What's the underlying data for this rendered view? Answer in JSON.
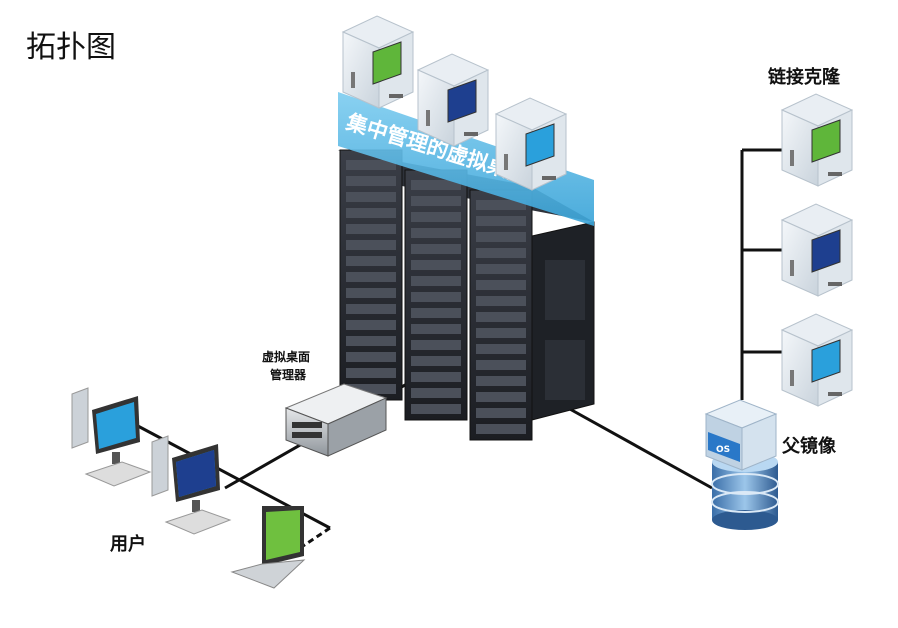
{
  "title": "拓扑图",
  "banner_text": "集中管理的虚拟桌面",
  "labels": {
    "linked_clones": "链接克隆",
    "parent_image": "父镜像",
    "users": "用户",
    "vdm_line1": "虚拟桌面",
    "vdm_line2": "管理器",
    "os_badge": "OS"
  },
  "colors": {
    "banner": "#5ab8e4",
    "rack": "#2a2d34",
    "green_screen": "#5fb63a",
    "navy_screen": "#1e3f8f",
    "sky_screen": "#2aa0dc",
    "link": "#111111"
  },
  "icons": {
    "top_vm_cubes": [
      "vm-cube-green-icon",
      "vm-cube-navy-icon",
      "vm-cube-sky-icon"
    ],
    "clone_vm_cubes": [
      "vm-cube-green-icon",
      "vm-cube-navy-icon",
      "vm-cube-sky-icon"
    ],
    "server_racks": [
      "server-rack-icon",
      "server-rack-icon",
      "server-rack-icon"
    ],
    "manager": "server-appliance-icon",
    "storage": "database-icon",
    "clients": [
      "desktop-pc-icon",
      "desktop-pc-icon",
      "laptop-icon"
    ]
  }
}
